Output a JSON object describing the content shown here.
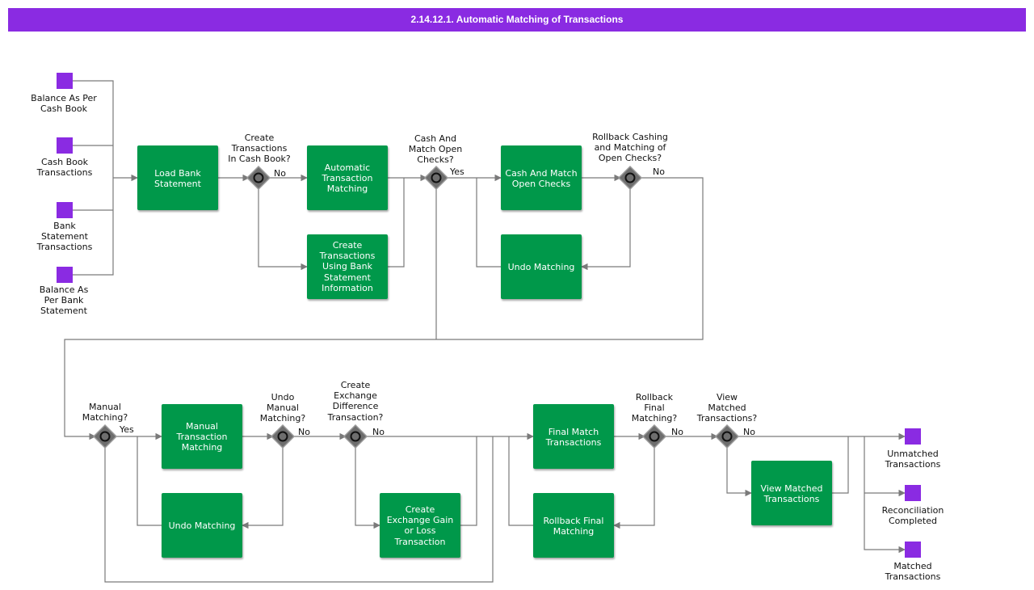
{
  "title": "2.14.12.1. Automatic Matching of Transactions",
  "colors": {
    "header": "#8a2be2",
    "task": "#00984a",
    "event": "#8a2be2",
    "gateway": "#6e6e6e",
    "connector": "#7a7a7a"
  },
  "events": {
    "balance_cash_book": [
      "Balance As Per",
      "Cash Book"
    ],
    "cash_book_transactions": [
      "Cash Book",
      "Transactions"
    ],
    "bank_statement_transactions": [
      "Bank",
      "Statement",
      "Transactions"
    ],
    "balance_bank_statement": [
      "Balance As",
      "Per Bank",
      "Statement"
    ],
    "unmatched_transactions": [
      "Unmatched",
      "Transactions"
    ],
    "reconciliation_completed": [
      "Reconciliation",
      "Completed"
    ],
    "matched_transactions": [
      "Matched",
      "Transactions"
    ]
  },
  "tasks": {
    "load_bank_statement": [
      "Load Bank",
      "Statement"
    ],
    "automatic_transaction_matching": [
      "Automatic",
      "Transaction",
      "Matching"
    ],
    "create_transactions_bank": [
      "Create",
      "Transactions",
      "Using Bank",
      "Statement",
      "Information"
    ],
    "cash_match_open_checks": [
      "Cash And Match",
      "Open Checks"
    ],
    "undo_matching_1": [
      "Undo Matching"
    ],
    "manual_transaction_matching": [
      "Manual",
      "Transaction",
      "Matching"
    ],
    "undo_matching_2": [
      "Undo Matching"
    ],
    "create_exchange_gain_loss": [
      "Create",
      "Exchange Gain",
      "or Loss",
      "Transaction"
    ],
    "final_match_transactions": [
      "Final Match",
      "Transactions"
    ],
    "rollback_final_matching": [
      "Rollback Final",
      "Matching"
    ],
    "view_matched_transactions": [
      "View Matched",
      "Transactions"
    ]
  },
  "gateways": {
    "create_in_cash_book": [
      "Create",
      "Transactions",
      "In Cash Book?"
    ],
    "cash_match_open_checks": [
      "Cash And",
      "Match Open",
      "Checks?"
    ],
    "rollback_cashing": [
      "Rollback Cashing",
      "and Matching of",
      "Open Checks?"
    ],
    "manual_matching": [
      "Manual",
      "Matching?"
    ],
    "undo_manual_matching": [
      "Undo",
      "Manual",
      "Matching?"
    ],
    "create_exchange_difference": [
      "Create",
      "Exchange",
      "Difference",
      "Transaction?"
    ],
    "rollback_final_matching": [
      "Rollback",
      "Final",
      "Matching?"
    ],
    "view_matched": [
      "View",
      "Matched",
      "Transactions?"
    ]
  },
  "branch_labels": {
    "no": "No",
    "yes": "Yes"
  }
}
